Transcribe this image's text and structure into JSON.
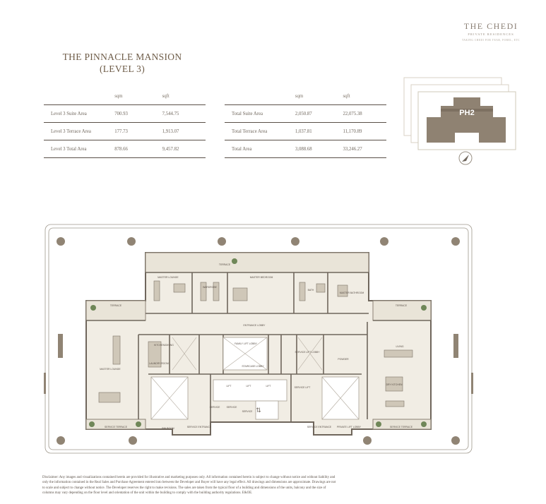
{
  "brand": {
    "name": "THE CHEDI",
    "subtitle": "PRIVATE RESIDENCES",
    "tagline": "TAKING CHEDI FOR YEAR, FOREL, ETC"
  },
  "title": {
    "line1": "THE PINNACLE MANSION",
    "line2": "(LEVEL 3)"
  },
  "units": {
    "sqm": "sqm",
    "sqft": "sqft"
  },
  "level_table": {
    "rows": [
      {
        "label": "Level 3 Suite Area",
        "sqm": "700.93",
        "sqft": "7,544.75"
      },
      {
        "label": "Level 3  Terrace Area",
        "sqm": "177.73",
        "sqft": "1,913.07"
      },
      {
        "label": "Level 3  Total Area",
        "sqm": "878.66",
        "sqft": "9,457.82"
      }
    ]
  },
  "total_table": {
    "rows": [
      {
        "label": "Total Suite Area",
        "sqm": "2,050.87",
        "sqft": "22,075.38"
      },
      {
        "label": "Total Terrace Area",
        "sqm": "1,037.81",
        "sqft": "11,170.89"
      },
      {
        "label": "Total Area",
        "sqm": "3,088.68",
        "sqft": "33,246.27"
      }
    ]
  },
  "keyplan": {
    "label": "PH2"
  },
  "plan_labels": {
    "terrace_top": "TERRACE",
    "master_lounge_top": "MASTER LOUNGE",
    "wardrobe": "WARDROBE",
    "master_bedroom": "MASTER BEDROOM",
    "bath": "BATH",
    "master_bathroom": "MASTER BATHROOM",
    "terrace_left": "TERRACE",
    "terrace_right": "TERRACE",
    "entrance_lobby": "ENTRANCE LOBBY",
    "master_lounge_left": "MASTER LOUNGE",
    "kitchen": "KITCHEN/DINING",
    "powder": "POWDER",
    "family_lift_lobby": "FAMILY LIFT LOBBY",
    "laundry": "LAUNDRY ROOM",
    "staircase_lobby": "STAIRCASE LOBBY",
    "service_lift_lobby": "SERVICE LIFT LOBBY",
    "lift1": "LIFT",
    "lift2": "LIFT",
    "lift3": "LIFT",
    "service_lift": "SERVICE LIFT",
    "service1": "SERVICE",
    "service2": "SERVICE",
    "service3": "SERVICE",
    "living": "LIVING",
    "dry_kitchen": "DRY KITCHEN",
    "service_terrace_left": "SERVICE TERRACE",
    "service_terrace_right": "SERVICE TERRACE",
    "bin_room": "BIN ROOM",
    "service_entrance_left": "SERVICE ENTRANCE",
    "service_entrance_right": "SERVICE ENTRANCE",
    "private_lift_lobby": "PRIVATE LIFT LOBBY"
  },
  "disclaimer": "Disclaimer: Any images and visualizations contained herein are provided for illustrative and marketing purposes only. All information contained herein is subject to change without notice and without liability and only the information contained in the Real Sales and Purchase Agreement entered into between the Developer and Buyer will have any legal effect. All drawings and dimensions are approximate. Drawings are not to scale and subject to change without notice. The Developer reserves the right to make revisions. The sales are taken from the typical floor of a building and dimensions of the units, balcony and the size of columns may vary depending on the floor level and orientation of the unit within the building to comply with the building authority regulations. E&OE."
}
